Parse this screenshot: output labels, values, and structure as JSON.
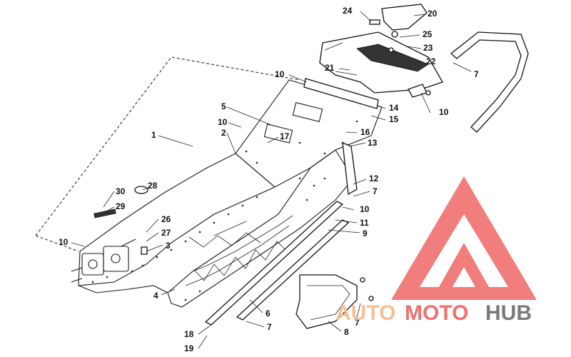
{
  "diagram": {
    "callouts": [
      {
        "id": "c1",
        "text": "1"
      },
      {
        "id": "c2",
        "text": "2"
      },
      {
        "id": "c3",
        "text": "3"
      },
      {
        "id": "c5",
        "text": "5"
      },
      {
        "id": "c4",
        "text": "4"
      },
      {
        "id": "c6",
        "text": "6"
      },
      {
        "id": "c7a",
        "text": "7"
      },
      {
        "id": "c7b",
        "text": "7"
      },
      {
        "id": "c7c",
        "text": "7"
      },
      {
        "id": "c7d",
        "text": "7"
      },
      {
        "id": "c8",
        "text": "8"
      },
      {
        "id": "c9",
        "text": "9"
      },
      {
        "id": "c10a",
        "text": "10"
      },
      {
        "id": "c10b",
        "text": "10"
      },
      {
        "id": "c10c",
        "text": "10"
      },
      {
        "id": "c10d",
        "text": "10"
      },
      {
        "id": "c10e",
        "text": "10"
      },
      {
        "id": "c11",
        "text": "11"
      },
      {
        "id": "c12",
        "text": "12"
      },
      {
        "id": "c13",
        "text": "13"
      },
      {
        "id": "c14",
        "text": "14"
      },
      {
        "id": "c15",
        "text": "15"
      },
      {
        "id": "c16",
        "text": "16"
      },
      {
        "id": "c17",
        "text": "17"
      },
      {
        "id": "c18",
        "text": "18"
      },
      {
        "id": "c19",
        "text": "19"
      },
      {
        "id": "c20",
        "text": "20"
      },
      {
        "id": "c21",
        "text": "21"
      },
      {
        "id": "c22",
        "text": "22"
      },
      {
        "id": "c23",
        "text": "23"
      },
      {
        "id": "c24",
        "text": "24"
      },
      {
        "id": "c25",
        "text": "25"
      },
      {
        "id": "c26",
        "text": "26"
      },
      {
        "id": "c27",
        "text": "27"
      },
      {
        "id": "c28",
        "text": "28"
      },
      {
        "id": "c29",
        "text": "29"
      },
      {
        "id": "c30",
        "text": "30"
      }
    ]
  },
  "watermark": {
    "brand_part1": "AUTO",
    "brand_part2": "MOTO",
    "brand_part3": "HUB",
    "color_light": "#f7bf94",
    "color_red": "#f07070",
    "color_gray": "#7a7a7a"
  }
}
